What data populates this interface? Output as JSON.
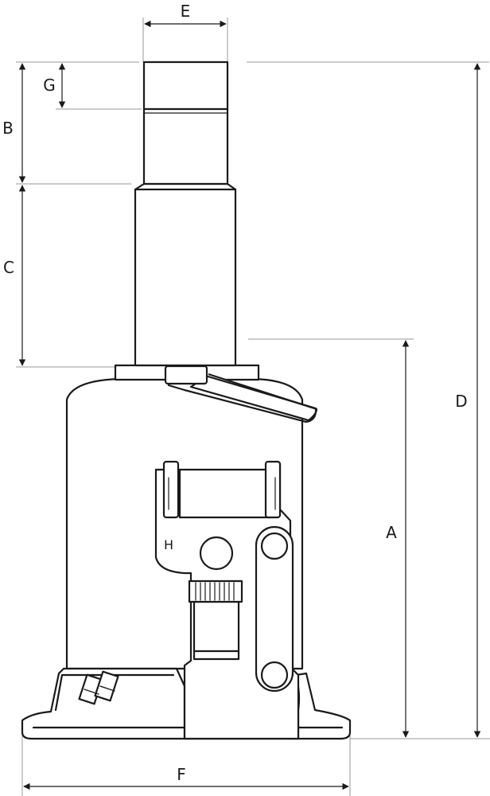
{
  "diagram": {
    "labels": {
      "A": "A",
      "B": "B",
      "C": "C",
      "D": "D",
      "E": "E",
      "F": "F",
      "G": "G",
      "H": "H"
    }
  }
}
